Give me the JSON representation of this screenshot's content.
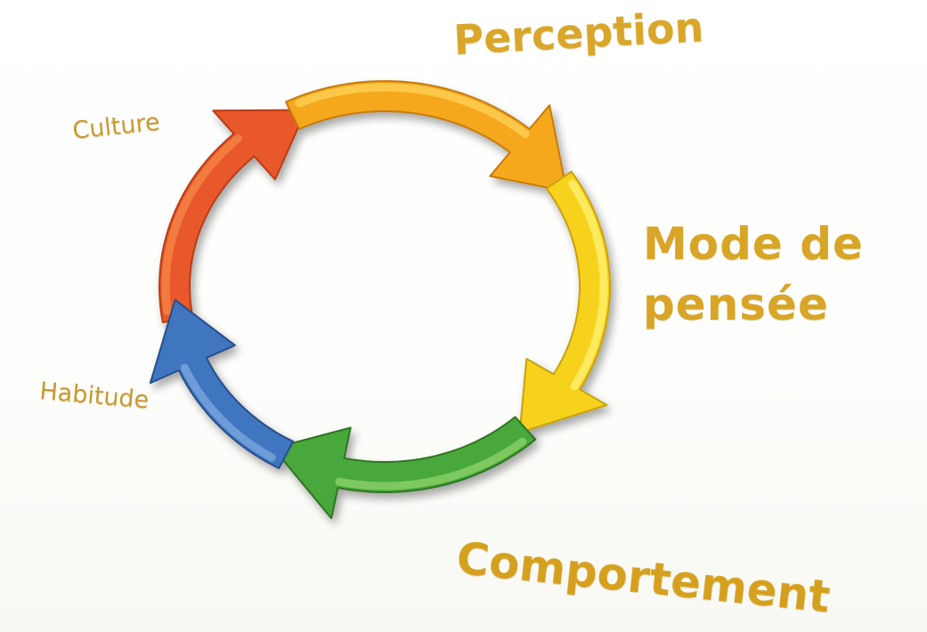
{
  "diagram": {
    "labels": {
      "perception": "Perception",
      "mode_line1": "Mode de",
      "mode_line2": "pensée",
      "comportement": "Comportement",
      "culture": "Culture",
      "habitude": "Habitude"
    },
    "arrows": [
      {
        "name": "arrow-culture",
        "color": "#e8582a",
        "highlight": "#f5874a",
        "shade": "#b73d16"
      },
      {
        "name": "arrow-perception",
        "color": "#f6a81c",
        "highlight": "#ffd35a",
        "shade": "#c47c0c"
      },
      {
        "name": "arrow-mode-de-pensee",
        "color": "#f7d21f",
        "highlight": "#fff176",
        "shade": "#c9a20d"
      },
      {
        "name": "arrow-comportement",
        "color": "#4aa83a",
        "highlight": "#8fd46e",
        "shade": "#2f7424"
      },
      {
        "name": "arrow-habitude",
        "color": "#3f76bf",
        "highlight": "#7ea9e0",
        "shade": "#284f8c"
      }
    ]
  }
}
